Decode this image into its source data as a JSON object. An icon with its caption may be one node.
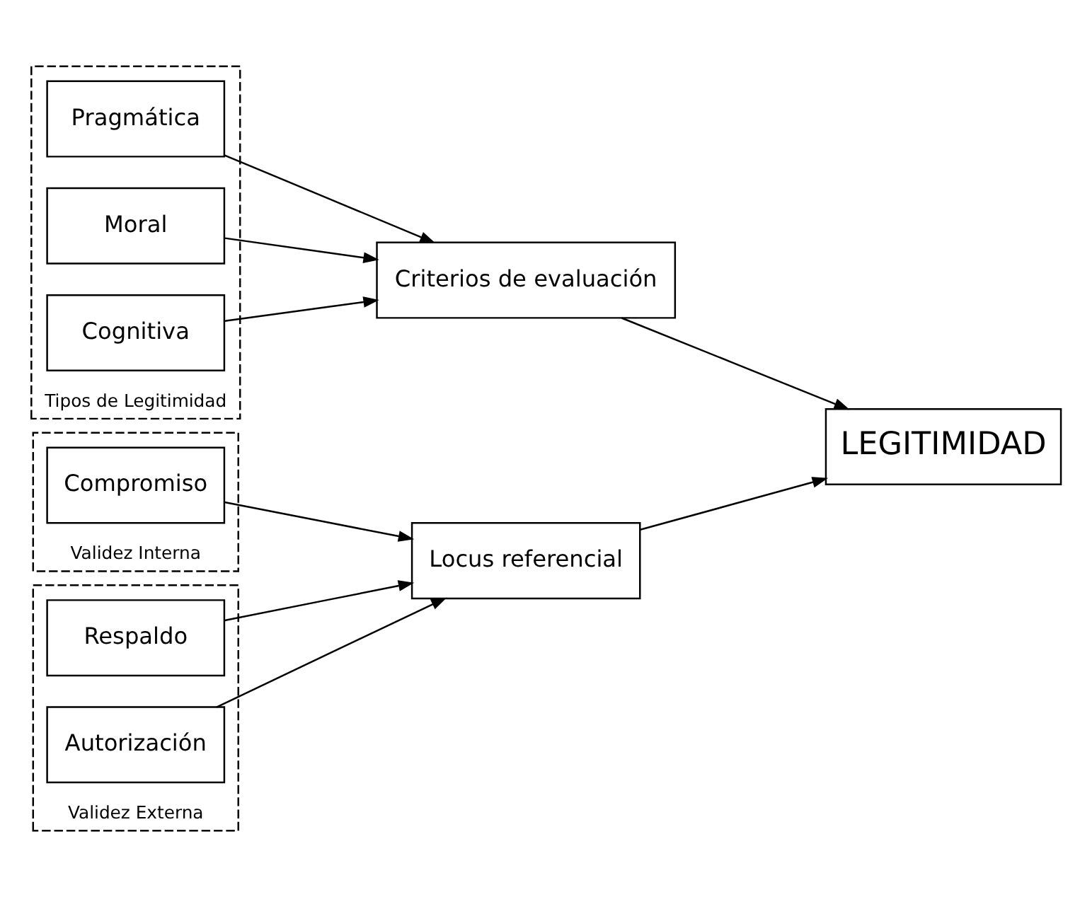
{
  "diagram": {
    "nodes": [
      {
        "text": [
          "Tipos de Legitimidad"
        ]
      },
      {
        "text": [
          "Pragmática"
        ],
        "in": 0
      },
      {
        "text": [
          "Moral"
        ],
        "in": 0
      },
      {
        "text": [
          "Cognitiva"
        ],
        "in": 0
      },
      {
        "text": [
          "Criterios de evaluación"
        ]
      },
      {
        "text": [
          "LEGITIMIDAD"
        ]
      },
      {
        "text": [
          "Validez Interna"
        ]
      },
      {
        "text": [
          "Compromiso"
        ],
        "in": 6
      },
      {
        "text": [
          "Validez Externa"
        ]
      },
      {
        "text": [
          "Respaldo"
        ],
        "in": 8
      },
      {
        "text": [
          "Autorización"
        ],
        "in": 8
      },
      {
        "text": [
          "Locus referencial"
        ]
      }
    ],
    "edges": [
      {
        "from": 1,
        "to": 4,
        "arrow": "to"
      },
      {
        "from": 2,
        "to": 4,
        "arrow": "to"
      },
      {
        "from": 3,
        "to": 4,
        "arrow": "to"
      },
      {
        "from": 4,
        "to": 5,
        "arrow": "to"
      },
      {
        "from": 7,
        "to": 11,
        "arrow": "to"
      },
      {
        "from": 9,
        "to": 11,
        "arrow": "to"
      },
      {
        "from": 10,
        "to": 11,
        "arrow": "to"
      },
      {
        "from": 11,
        "to": 5,
        "arrow": "to"
      }
    ]
  }
}
